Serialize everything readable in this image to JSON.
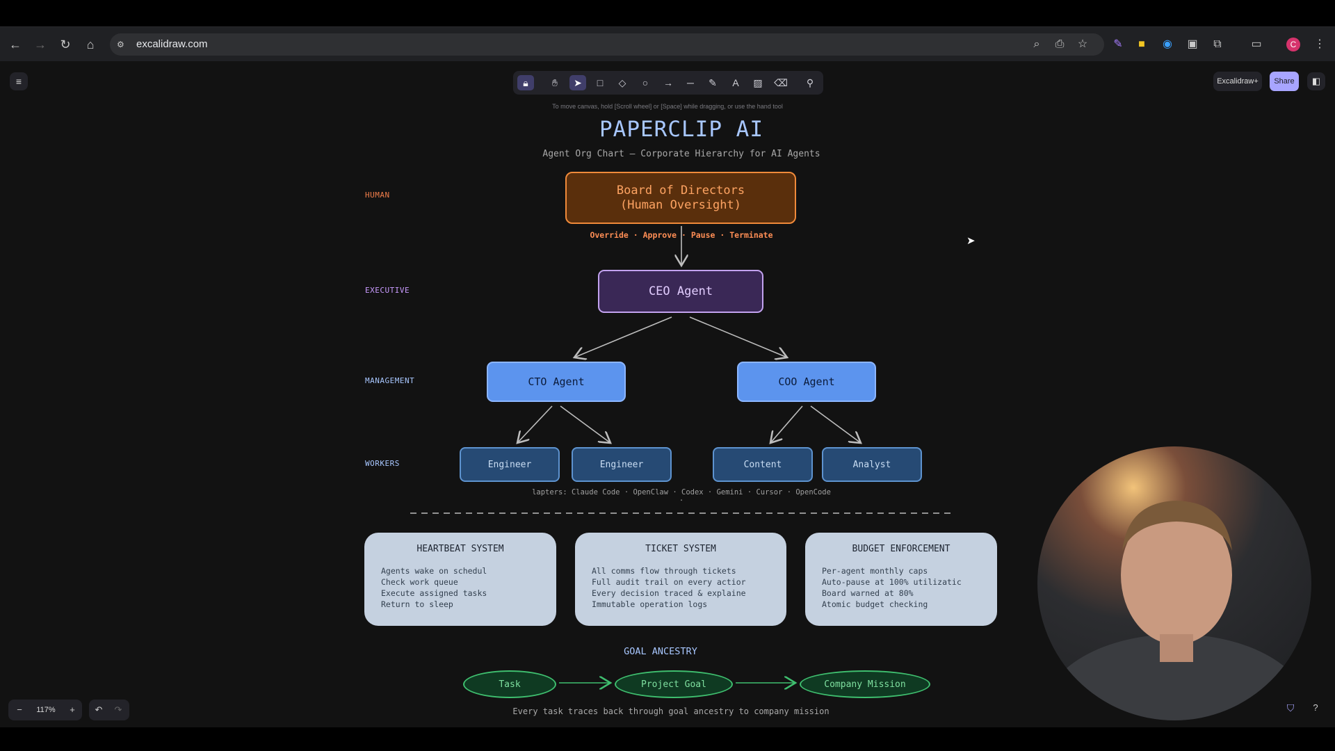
{
  "browser": {
    "url": "excalidraw.com",
    "avatar_initial": "C"
  },
  "excalidraw": {
    "hint": "To move canvas, hold [Scroll wheel] or [Space] while dragging, or use the hand tool",
    "excalidraw_plus_label": "Excalidraw+",
    "share_label": "Share",
    "zoom_level": "117%"
  },
  "diagram": {
    "title": "PAPERCLIP AI",
    "subtitle": "Agent Org Chart — Corporate Hierarchy for AI Agents",
    "levels": {
      "human": "HUMAN",
      "executive": "EXECUTIVE",
      "management": "MANAGEMENT",
      "workers": "WORKERS"
    },
    "level_colors": {
      "human": "#f07d4a",
      "executive": "#c99bff",
      "management": "#a8c7ff",
      "workers": "#a8c7ff"
    },
    "board_line1": "Board of Directors",
    "board_line2": "(Human Oversight)",
    "board_actions": "Override · Approve · Pause · Terminate",
    "ceo": "CEO Agent",
    "cto": "CTO Agent",
    "coo": "COO Agent",
    "workers": [
      "Engineer",
      "Engineer",
      "Content",
      "Analyst"
    ],
    "adapters": "lapters: Claude Code · OpenClaw · Codex · Gemini · Cursor · OpenCode ·",
    "cards": [
      {
        "title": "HEARTBEAT SYSTEM",
        "lines": [
          "Agents wake on schedul",
          "Check work queue",
          "Execute assigned tasks",
          "Return to sleep"
        ]
      },
      {
        "title": "TICKET SYSTEM",
        "lines": [
          "All comms flow through tickets",
          "Full audit trail on every actior",
          "Every decision traced & explaine",
          "Immutable operation logs"
        ]
      },
      {
        "title": "BUDGET ENFORCEMENT",
        "lines": [
          "Per-agent monthly caps",
          "Auto-pause at 100% utilizatic",
          "Board warned at 80%",
          "Atomic budget checking"
        ]
      }
    ],
    "goal_title": "GOAL ANCESTRY",
    "goal_nodes": [
      "Task",
      "Project Goal",
      "Company Mission"
    ],
    "goal_note": "Every task traces back through goal ancestry to company mission"
  }
}
